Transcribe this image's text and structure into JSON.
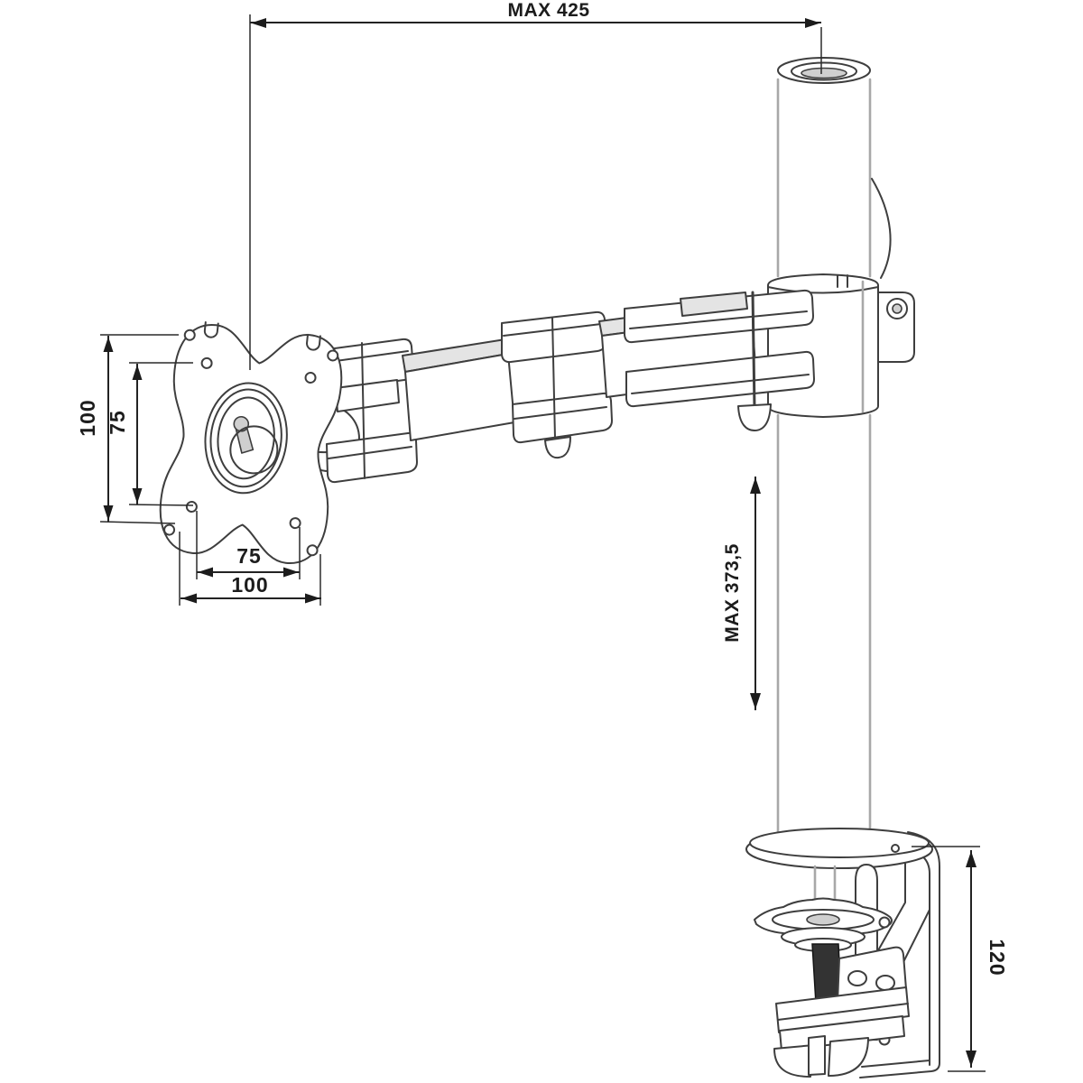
{
  "diagram": {
    "type": "technical-line-drawing",
    "subject": "monitor-desk-mount-arm",
    "dimensions": {
      "arm_reach": {
        "label": "MAX 425"
      },
      "vesa_outer_height": {
        "label": "100"
      },
      "vesa_inner_height": {
        "label": "75"
      },
      "vesa_inner_width": {
        "label": "75"
      },
      "vesa_outer_width": {
        "label": "100"
      },
      "pole_adjust_range": {
        "label": "MAX 373,5"
      },
      "clamp_height": {
        "label": "120"
      }
    },
    "colors": {
      "background": "#ffffff",
      "outline": "#3e3e3e",
      "dimension": "#1c1c1c",
      "light_line": "#a8a8a8",
      "shade": "#e4e4e4",
      "dark_rod": "#333333"
    }
  }
}
